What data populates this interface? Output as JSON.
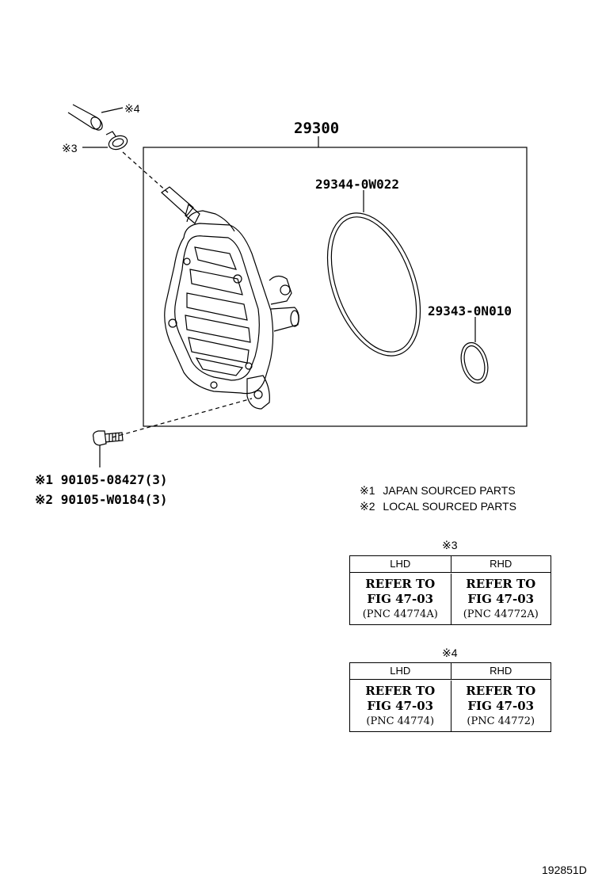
{
  "diagram": {
    "assembly_number": "29300",
    "parts": {
      "o_ring_large": "29344-0W022",
      "o_ring_small": "29343-0N010",
      "hose_marker": "※4",
      "clamp_marker": "※3"
    },
    "bolts": [
      {
        "marker": "※1",
        "part_number": "90105-08427(3)"
      },
      {
        "marker": "※2",
        "part_number": "90105-W0184(3)"
      }
    ],
    "legend": [
      {
        "marker": "※1",
        "text": "JAPAN SOURCED PARTS"
      },
      {
        "marker": "※2",
        "text": "LOCAL SOURCED PARTS"
      }
    ],
    "tables": [
      {
        "marker": "※3",
        "headers": [
          "LHD",
          "RHD"
        ],
        "cells": [
          {
            "line1": "REFER TO",
            "line2": "FIG 47-03",
            "line3": "(PNC 44774A)"
          },
          {
            "line1": "REFER TO",
            "line2": "FIG 47-03",
            "line3": "(PNC 44772A)"
          }
        ]
      },
      {
        "marker": "※4",
        "headers": [
          "LHD",
          "RHD"
        ],
        "cells": [
          {
            "line1": "REFER TO",
            "line2": "FIG 47-03",
            "line3": "(PNC 44774)"
          },
          {
            "line1": "REFER TO",
            "line2": "FIG 47-03",
            "line3": "(PNC 44772)"
          }
        ]
      }
    ],
    "figure_id": "192851D"
  }
}
